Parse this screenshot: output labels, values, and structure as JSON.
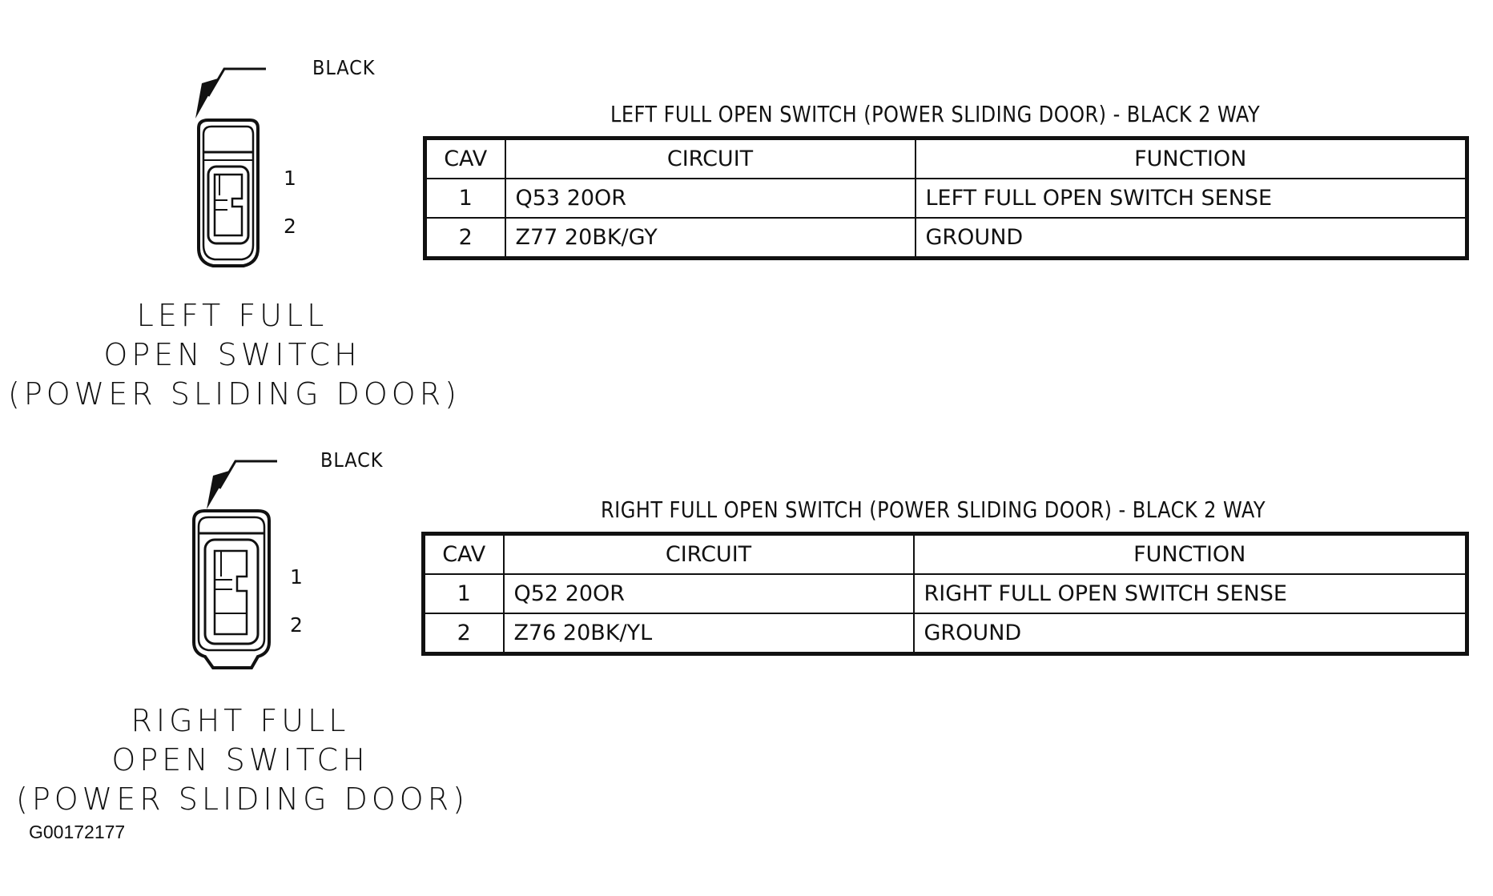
{
  "connectors": [
    {
      "color_label": "BLACK",
      "pins": [
        "1",
        "2"
      ],
      "caption": [
        "LEFT FULL",
        "OPEN SWITCH",
        "(POWER SLIDING DOOR)"
      ],
      "table": {
        "title": "LEFT FULL OPEN SWITCH (POWER SLIDING DOOR) - BLACK 2 WAY",
        "headers": [
          "CAV",
          "CIRCUIT",
          "FUNCTION"
        ],
        "rows": [
          [
            "1",
            "Q53 20OR",
            "LEFT FULL OPEN SWITCH SENSE"
          ],
          [
            "2",
            "Z77 20BK/GY",
            "GROUND"
          ]
        ]
      }
    },
    {
      "color_label": "BLACK",
      "pins": [
        "1",
        "2"
      ],
      "caption": [
        "RIGHT FULL",
        "OPEN SWITCH",
        "(POWER SLIDING DOOR)"
      ],
      "table": {
        "title": "RIGHT FULL OPEN SWITCH (POWER SLIDING DOOR) - BLACK 2 WAY",
        "headers": [
          "CAV",
          "CIRCUIT",
          "FUNCTION"
        ],
        "rows": [
          [
            "1",
            "Q52 20OR",
            "RIGHT FULL OPEN SWITCH SENSE"
          ],
          [
            "2",
            "Z76 20BK/YL",
            "GROUND"
          ]
        ]
      }
    }
  ],
  "figure_code": "G00172177"
}
